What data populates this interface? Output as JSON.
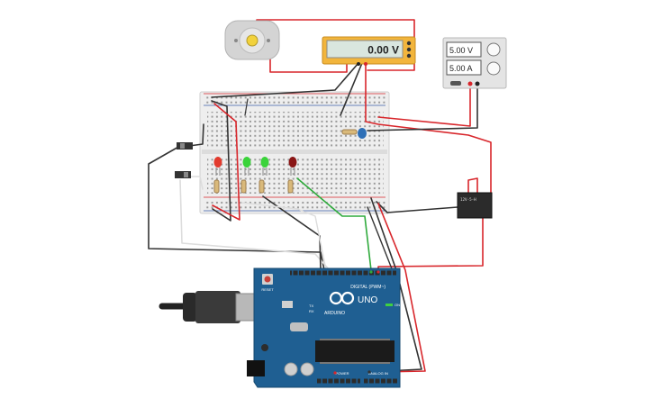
{
  "canvas": {
    "background": "#ffffff"
  },
  "multimeter": {
    "reading": "0.00 V",
    "frame_color": "#f2b53c",
    "display_color": "#d9e6df"
  },
  "motor": {
    "label": "",
    "icon": "dc-motor-icon"
  },
  "power_supply": {
    "voltage": "5.00 V",
    "current": "5.00 A"
  },
  "relay": {
    "label_line1": "12V-5-H",
    "label_line2": "",
    "label_line3": ""
  },
  "arduino": {
    "brand": "ARDUINO",
    "model": "UNO",
    "digital_label": "DIGITAL (PWM~)",
    "power_label": "POWER",
    "analog_label": "ANALOG IN",
    "tx_label": "TX",
    "rx_label": "RX",
    "on_label": "ON",
    "reset_label": "RESET",
    "board_color": "#1f5f92"
  },
  "leds": [
    {
      "name": "led-red-1",
      "color": "#e23b2e"
    },
    {
      "name": "led-green-1",
      "color": "#3ad33a"
    },
    {
      "name": "led-green-2",
      "color": "#3ad33a"
    },
    {
      "name": "led-darkred-1",
      "color": "#8a1616"
    }
  ],
  "wires": {
    "red": "#d8262b",
    "black": "#333333",
    "green": "#2faa3c",
    "white": "#dddddd"
  }
}
